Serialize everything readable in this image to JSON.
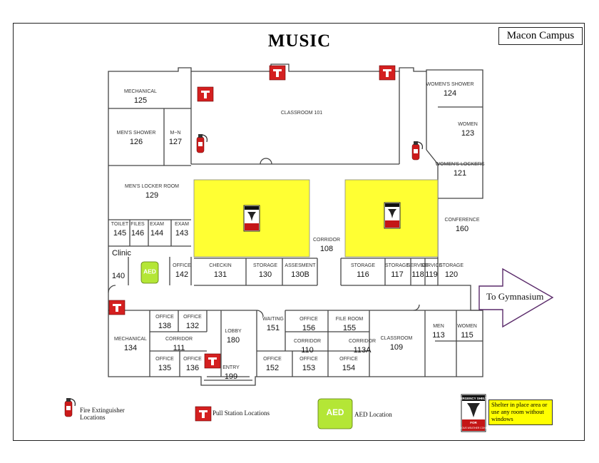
{
  "map_title": "MUSIC",
  "campus_label": "Macon Campus",
  "clinic_label": "Clinic",
  "gym_arrow_label": "To Gymnasium",
  "colors": {
    "shelter": "#ffff33",
    "alarm": "#d42020",
    "extinguisher": "#cc1a1a",
    "aed": "#b4e636",
    "arrow": "#5a2a6a"
  },
  "rooms": [
    {
      "id": "mechanical-125",
      "label": "MECHANICAL",
      "num": "125"
    },
    {
      "id": "classroom-101",
      "label": "CLASSROOM 101",
      "num": ""
    },
    {
      "id": "womens-shower-124",
      "label": "WOMEN'S SHOWER",
      "num": "124"
    },
    {
      "id": "mens-shower-126",
      "label": "MEN'S SHOWER",
      "num": "126"
    },
    {
      "id": "men-127",
      "label": "M~N",
      "num": "127"
    },
    {
      "id": "women-123",
      "label": "WOMEN",
      "num": "123"
    },
    {
      "id": "womens-lockers-121",
      "label": "WOMEN'S LOCKERS",
      "num": "121"
    },
    {
      "id": "mens-locker-129",
      "label": "MEN'S LOCKER ROOM",
      "num": "129"
    },
    {
      "id": "conference-160",
      "label": "CONFERENCE",
      "num": "160"
    },
    {
      "id": "toilet-145",
      "label": "TOILET",
      "num": "145"
    },
    {
      "id": "files-146",
      "label": "FILES",
      "num": "146"
    },
    {
      "id": "exam-144",
      "label": "EXAM",
      "num": "144"
    },
    {
      "id": "exam-143",
      "label": "EXAM",
      "num": "143"
    },
    {
      "id": "corridor-108",
      "label": "CORRIDOR",
      "num": "108"
    },
    {
      "id": "room-140",
      "label": "",
      "num": "140"
    },
    {
      "id": "office-142",
      "label": "OFFICE",
      "num": "142"
    },
    {
      "id": "checkin-131",
      "label": "CHECKIN",
      "num": "131"
    },
    {
      "id": "storage-130",
      "label": "STORAGE",
      "num": "130"
    },
    {
      "id": "assessment-130b",
      "label": "ASSESMENT",
      "num": "130B"
    },
    {
      "id": "storage-116",
      "label": "STORAGE",
      "num": "116"
    },
    {
      "id": "storage-117",
      "label": "STORAGE",
      "num": "117"
    },
    {
      "id": "service-118",
      "label": "SERVICE",
      "num": "118"
    },
    {
      "id": "service-119",
      "label": "SERVICE",
      "num": "119"
    },
    {
      "id": "storage-120",
      "label": "STORAGE",
      "num": "120"
    },
    {
      "id": "office-138",
      "label": "OFFICE",
      "num": "138"
    },
    {
      "id": "office-132",
      "label": "OFFICE",
      "num": "132"
    },
    {
      "id": "corridor-111",
      "label": "CORRIDOR",
      "num": "111"
    },
    {
      "id": "lobby-180",
      "label": "LOBBY",
      "num": "180"
    },
    {
      "id": "waiting-151",
      "label": "WAITING",
      "num": "151"
    },
    {
      "id": "office-156",
      "label": "OFFICE",
      "num": "156"
    },
    {
      "id": "file-room-155",
      "label": "FILE ROOM",
      "num": "155"
    },
    {
      "id": "corridor-110",
      "label": "CORRIDOR",
      "num": "110"
    },
    {
      "id": "corridor-113a",
      "label": "CORRIDOR",
      "num": "113A"
    },
    {
      "id": "classroom-109",
      "label": "CLASSROOM",
      "num": "109"
    },
    {
      "id": "men-113",
      "label": "MEN",
      "num": "113"
    },
    {
      "id": "women-115",
      "label": "WOMEN",
      "num": "115"
    },
    {
      "id": "mechanical-134",
      "label": "MECHANICAL",
      "num": "134"
    },
    {
      "id": "office-135",
      "label": "OFFICE",
      "num": "135"
    },
    {
      "id": "office-136",
      "label": "OFFICE",
      "num": "136"
    },
    {
      "id": "entry-199",
      "label": "ENTRY",
      "num": "199"
    },
    {
      "id": "office-152",
      "label": "OFFICE",
      "num": "152"
    },
    {
      "id": "office-153",
      "label": "OFFICE",
      "num": "153"
    },
    {
      "id": "office-154",
      "label": "OFFICE",
      "num": "154"
    }
  ],
  "shelter_sign": {
    "top": "EMERGENCY SHELTER",
    "middle": "FOR",
    "bottom": "HAZARDOUS WEATHER CONDITIONS"
  },
  "aed_text": "AED",
  "legend": {
    "fire_extinguisher": "Fire Extinguisher Locations",
    "pull_station": "Pull Station Locations",
    "aed": "AED Location",
    "shelter": "Shelter in place area or use any room without windows"
  }
}
